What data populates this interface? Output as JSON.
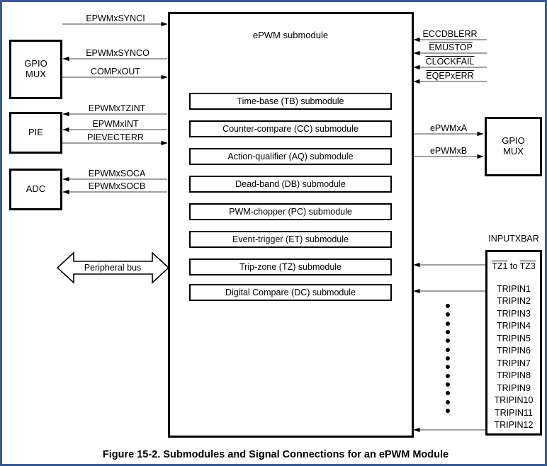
{
  "figure": {
    "caption": "Figure 15-2. Submodules and Signal Connections for an ePWM Module",
    "border_color": "#3a5a96",
    "line_color": "#808080",
    "stroke_color": "#000000"
  },
  "main_block": {
    "title": "ePWM submodule",
    "submodules": [
      {
        "label": "Time-base (TB) submodule"
      },
      {
        "label": "Counter-compare (CC) submodule"
      },
      {
        "label": "Action-qualifier (AQ) submodule"
      },
      {
        "label": "Dead-band (DB) submodule"
      },
      {
        "label": "PWM-chopper (PC) submodule"
      },
      {
        "label": "Event-trigger (ET) submodule"
      },
      {
        "label": "Trip-zone (TZ) submodule"
      },
      {
        "label": "Digital Compare (DC) submodule"
      }
    ]
  },
  "left_blocks": [
    {
      "name": "gpio-mux-left",
      "line1": "GPIO",
      "line2": "MUX"
    },
    {
      "name": "pie",
      "line1": "PIE",
      "line2": ""
    },
    {
      "name": "adc",
      "line1": "ADC",
      "line2": ""
    }
  ],
  "right_blocks": [
    {
      "name": "gpio-mux-right",
      "line1": "GPIO",
      "line2": "MUX"
    }
  ],
  "left_signals": [
    {
      "label": "EPWMxSYNCI",
      "direction": "to-epwm"
    },
    {
      "label": "EPWMxSYNCO",
      "direction": "from-epwm"
    },
    {
      "label": "COMPxOUT",
      "direction": "to-epwm"
    },
    {
      "label": "EPWMxTZINT",
      "direction": "from-epwm"
    },
    {
      "label": "EPWMxINT",
      "direction": "from-epwm"
    },
    {
      "label": "PIEVECTERR",
      "direction": "to-epwm"
    },
    {
      "label": "EPWMxSOCA",
      "direction": "from-epwm"
    },
    {
      "label": "EPWMxSOCB",
      "direction": "from-epwm"
    }
  ],
  "peripheral_bus": {
    "label": "Peripheral bus",
    "direction": "bidirectional"
  },
  "right_signals_in": [
    {
      "label": "ECCDBLERR",
      "overline": false,
      "direction": "to-epwm"
    },
    {
      "label": "EMUSTOP",
      "overline": true,
      "direction": "to-epwm"
    },
    {
      "label": "CLOCKFAIL",
      "overline": true,
      "direction": "to-epwm"
    },
    {
      "label": "EQEPxERR",
      "overline": true,
      "direction": "to-epwm"
    }
  ],
  "right_signals_out": [
    {
      "label": "ePWMxA",
      "direction": "from-epwm"
    },
    {
      "label": "ePWMxB",
      "direction": "from-epwm"
    }
  ],
  "inputxbar": {
    "title": "INPUTXBAR",
    "entries": [
      {
        "label": "TZ1 to TZ3",
        "overline_parts": [
          "TZ1",
          " to ",
          "TZ3"
        ],
        "has_arrow": true
      },
      {
        "label": "TRIPIN1",
        "has_arrow": true
      },
      {
        "label": "TRIPIN2",
        "has_arrow": false
      },
      {
        "label": "TRIPIN3",
        "has_arrow": false
      },
      {
        "label": "TRIPIN4",
        "has_arrow": false
      },
      {
        "label": "TRIPIN5",
        "has_arrow": false
      },
      {
        "label": "TRIPIN6",
        "has_arrow": false
      },
      {
        "label": "TRIPIN7",
        "has_arrow": false
      },
      {
        "label": "TRIPIN8",
        "has_arrow": false
      },
      {
        "label": "TRIPIN9",
        "has_arrow": false
      },
      {
        "label": "TRIPIN10",
        "has_arrow": false
      },
      {
        "label": "TRIPIN11",
        "has_arrow": false
      },
      {
        "label": "TRIPIN12",
        "has_arrow": true
      }
    ],
    "dot_count": 13
  }
}
